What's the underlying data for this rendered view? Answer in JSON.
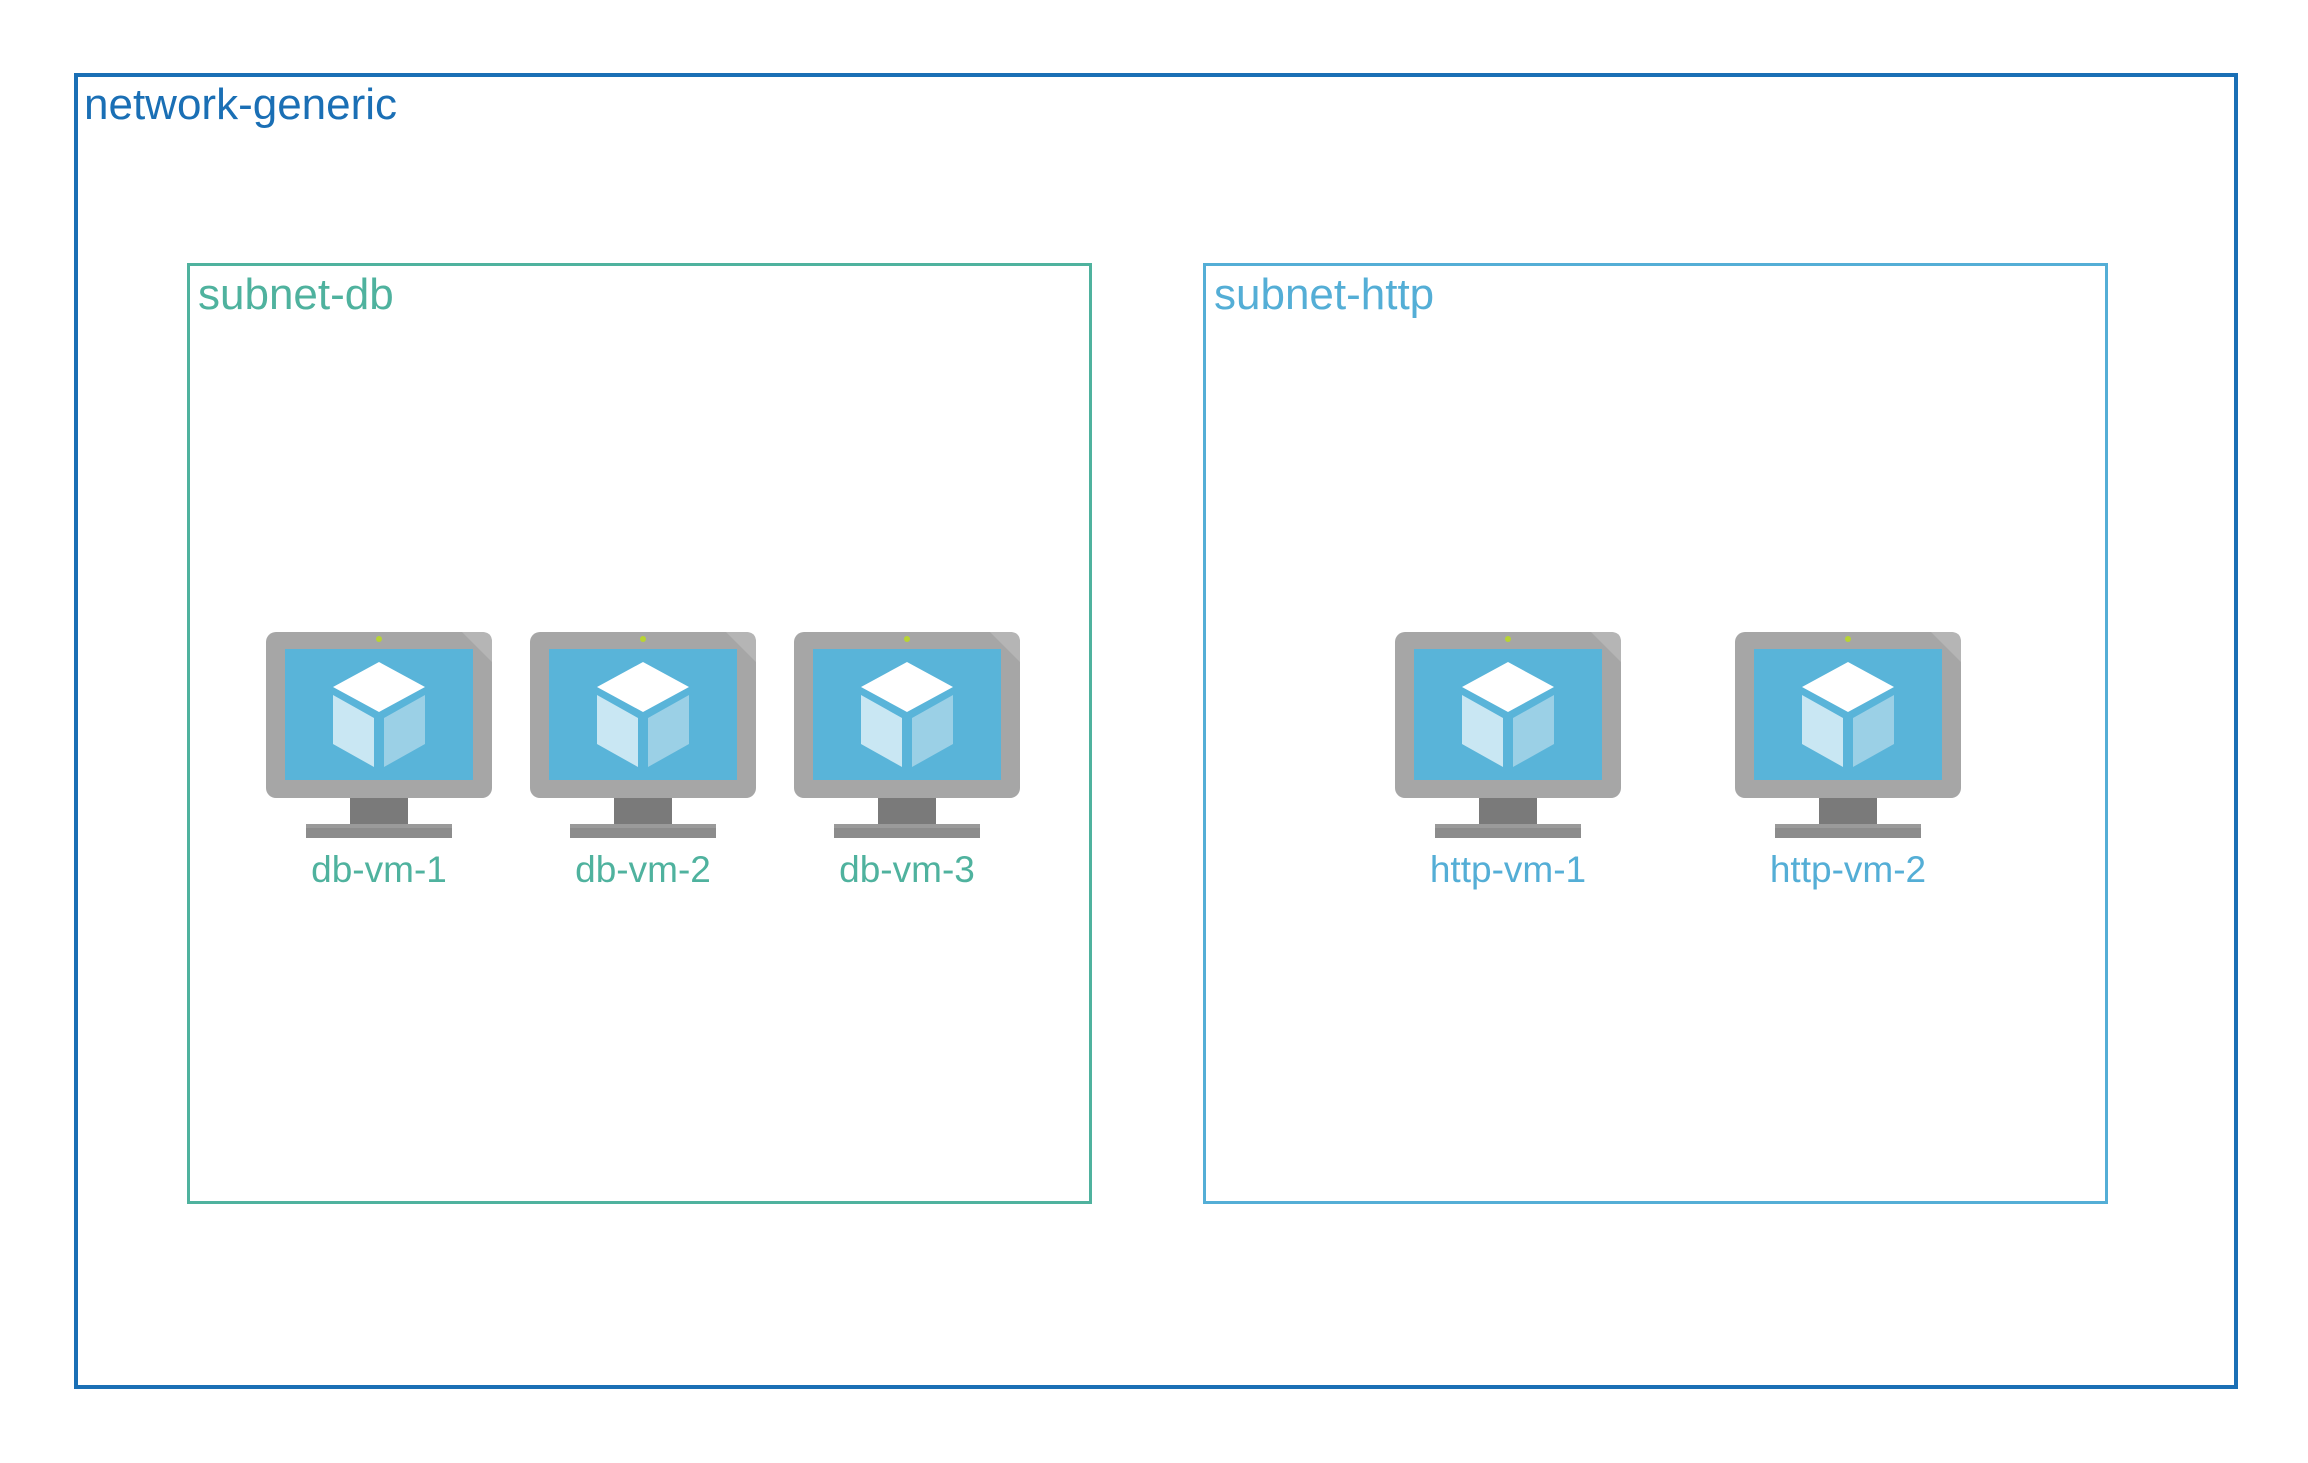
{
  "network": {
    "label": "network-generic",
    "border_color": "#1a6fb5"
  },
  "subnets": [
    {
      "label": "subnet-db",
      "color": "#4fb29e",
      "vms": [
        {
          "label": "db-vm-1",
          "icon": "virtual-machine-icon"
        },
        {
          "label": "db-vm-2",
          "icon": "virtual-machine-icon"
        },
        {
          "label": "db-vm-3",
          "icon": "virtual-machine-icon"
        }
      ]
    },
    {
      "label": "subnet-http",
      "color": "#54aed6",
      "vms": [
        {
          "label": "http-vm-1",
          "icon": "virtual-machine-icon"
        },
        {
          "label": "http-vm-2",
          "icon": "virtual-machine-icon"
        }
      ]
    }
  ],
  "icon_colors": {
    "monitor_frame": "#a6a6a6",
    "monitor_stand": "#7a7a7a",
    "screen": "#59b4d9",
    "cube_top": "#ffffff",
    "cube_left": "#c9e7f3",
    "cube_right": "#9bd0e6",
    "power_led": "#b8d432"
  }
}
